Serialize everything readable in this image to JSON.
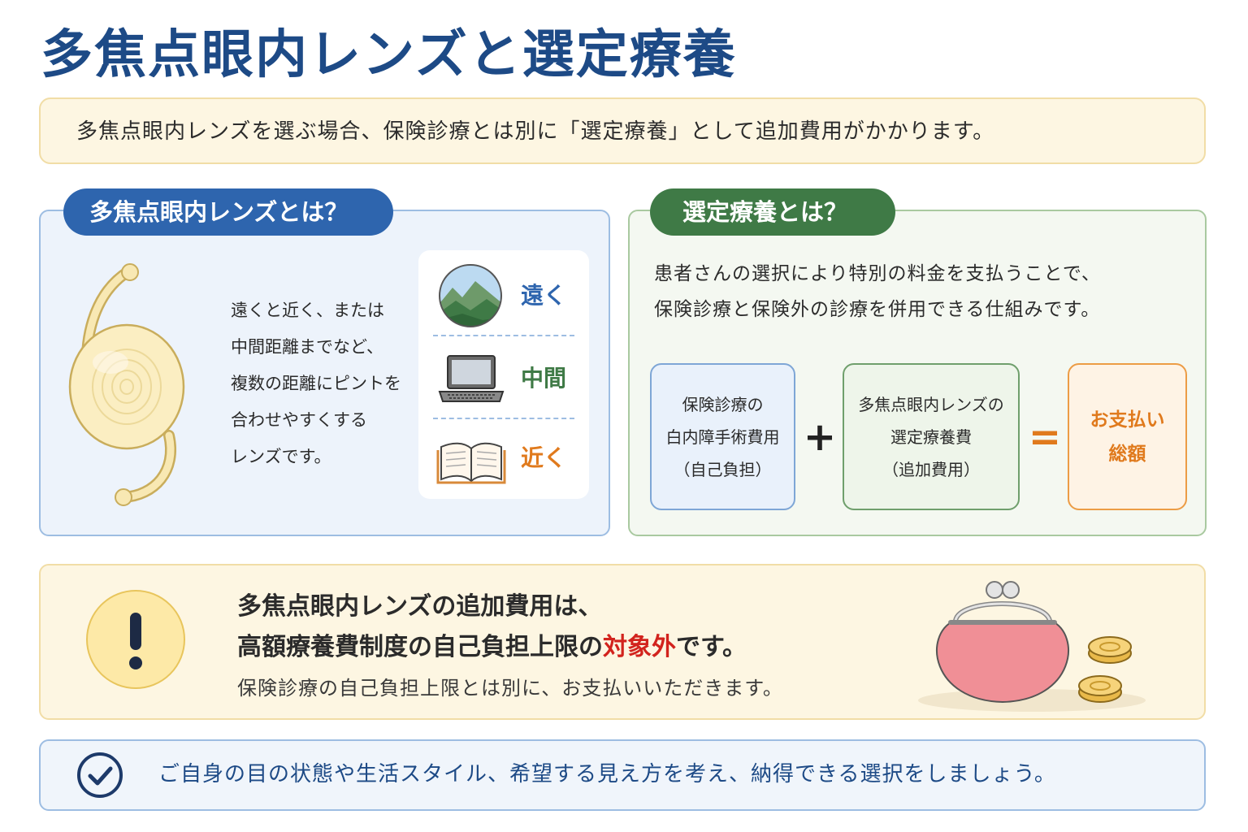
{
  "title": "多焦点眼内レンズと選定療養",
  "intro": "多焦点眼内レンズを選ぶ場合、保険診療とは別に「選定療養」として追加費用がかかります。",
  "iol_section": {
    "heading": "多焦点眼内レンズとは？",
    "description": [
      "遠くと近く、または",
      "中間距離までなど、",
      "複数の距離にピントを",
      "合わせやすくする",
      "レンズです。"
    ],
    "distances": [
      {
        "icon": "mountain-landscape-icon",
        "label": "遠く",
        "color": "#2e65ae"
      },
      {
        "icon": "laptop-icon",
        "label": "中間",
        "color": "#3f7a46"
      },
      {
        "icon": "open-book-icon",
        "label": "近く",
        "color": "#e07a1d"
      }
    ]
  },
  "sentei_section": {
    "heading": "選定療養とは？",
    "description": [
      "患者さんの選択により特別の料金を支払うことで、",
      "保険診療と保険外の診療を併用できる仕組みです。"
    ],
    "formula": {
      "term_a": [
        "保険診療の",
        "白内障手術費用",
        "（自己負担）"
      ],
      "operator_plus": "+",
      "term_b": [
        "多焦点眼内レンズの",
        "選定療養費",
        "（追加費用）"
      ],
      "operator_equals": "=",
      "result": [
        "お支払い",
        "総額"
      ]
    }
  },
  "warning": {
    "line1": "多焦点眼内レンズの追加費用は、",
    "line2_before": "高額療養費制度の自己負担上限の",
    "line2_accent": "対象外",
    "line2_after": "です。",
    "sub": "保険診療の自己負担上限とは別に、お支払いいただきます。",
    "accent_color": "#d2231d"
  },
  "footer": {
    "text": "ご自身の目の状態や生活スタイル、希望する見え方を考え、納得できる選択をしましょう。"
  },
  "colors": {
    "title": "#1d4a86",
    "blue": "#2e65ae",
    "green": "#3f7a46",
    "orange": "#e07a1d"
  }
}
